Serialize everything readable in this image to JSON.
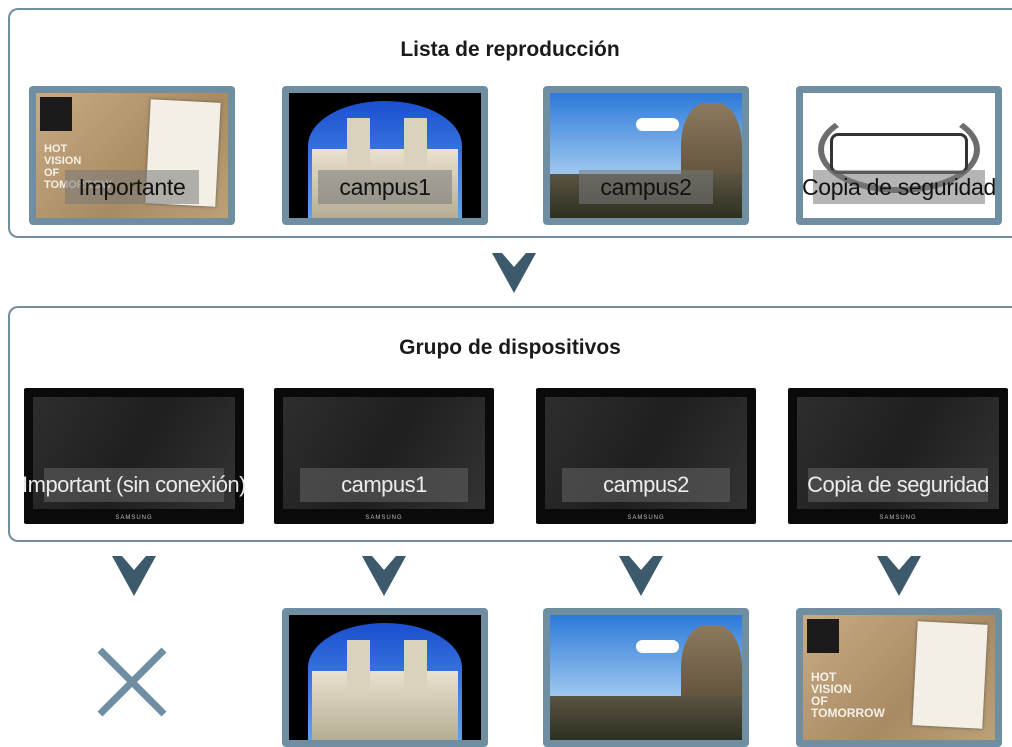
{
  "playlist": {
    "title": "Lista de reproducción",
    "items": [
      {
        "caption": "Importante",
        "image": "hot-vision-poster"
      },
      {
        "caption": "campus1",
        "image": "campus-building-through-arch"
      },
      {
        "caption": "campus2",
        "image": "campus-dome-courtyard"
      },
      {
        "caption": "Copia de seguridad",
        "image": "laurel-wreath-banner"
      }
    ]
  },
  "device_group": {
    "title": "Grupo de dispositivos",
    "devices": [
      {
        "caption": "Important (sin conexión)",
        "brand": "SAMSUNG"
      },
      {
        "caption": "campus1",
        "brand": "SAMSUNG"
      },
      {
        "caption": "campus2",
        "brand": "SAMSUNG"
      },
      {
        "caption": "Copia de seguridad",
        "brand": "SAMSUNG"
      }
    ]
  },
  "poster_text": {
    "line1": "HOT",
    "line2": "VISION",
    "line3": "OF",
    "line4": "TOMORROW"
  },
  "results": [
    {
      "state": "failed",
      "icon": "x-icon"
    },
    {
      "state": "shown",
      "image": "campus-building-through-arch"
    },
    {
      "state": "shown",
      "image": "campus-dome-courtyard"
    },
    {
      "state": "shown",
      "image": "hot-vision-poster"
    }
  ],
  "colors": {
    "frame": "#6f8ea2",
    "arrow": "#3d5a6c",
    "x": "#6f8ea2"
  }
}
